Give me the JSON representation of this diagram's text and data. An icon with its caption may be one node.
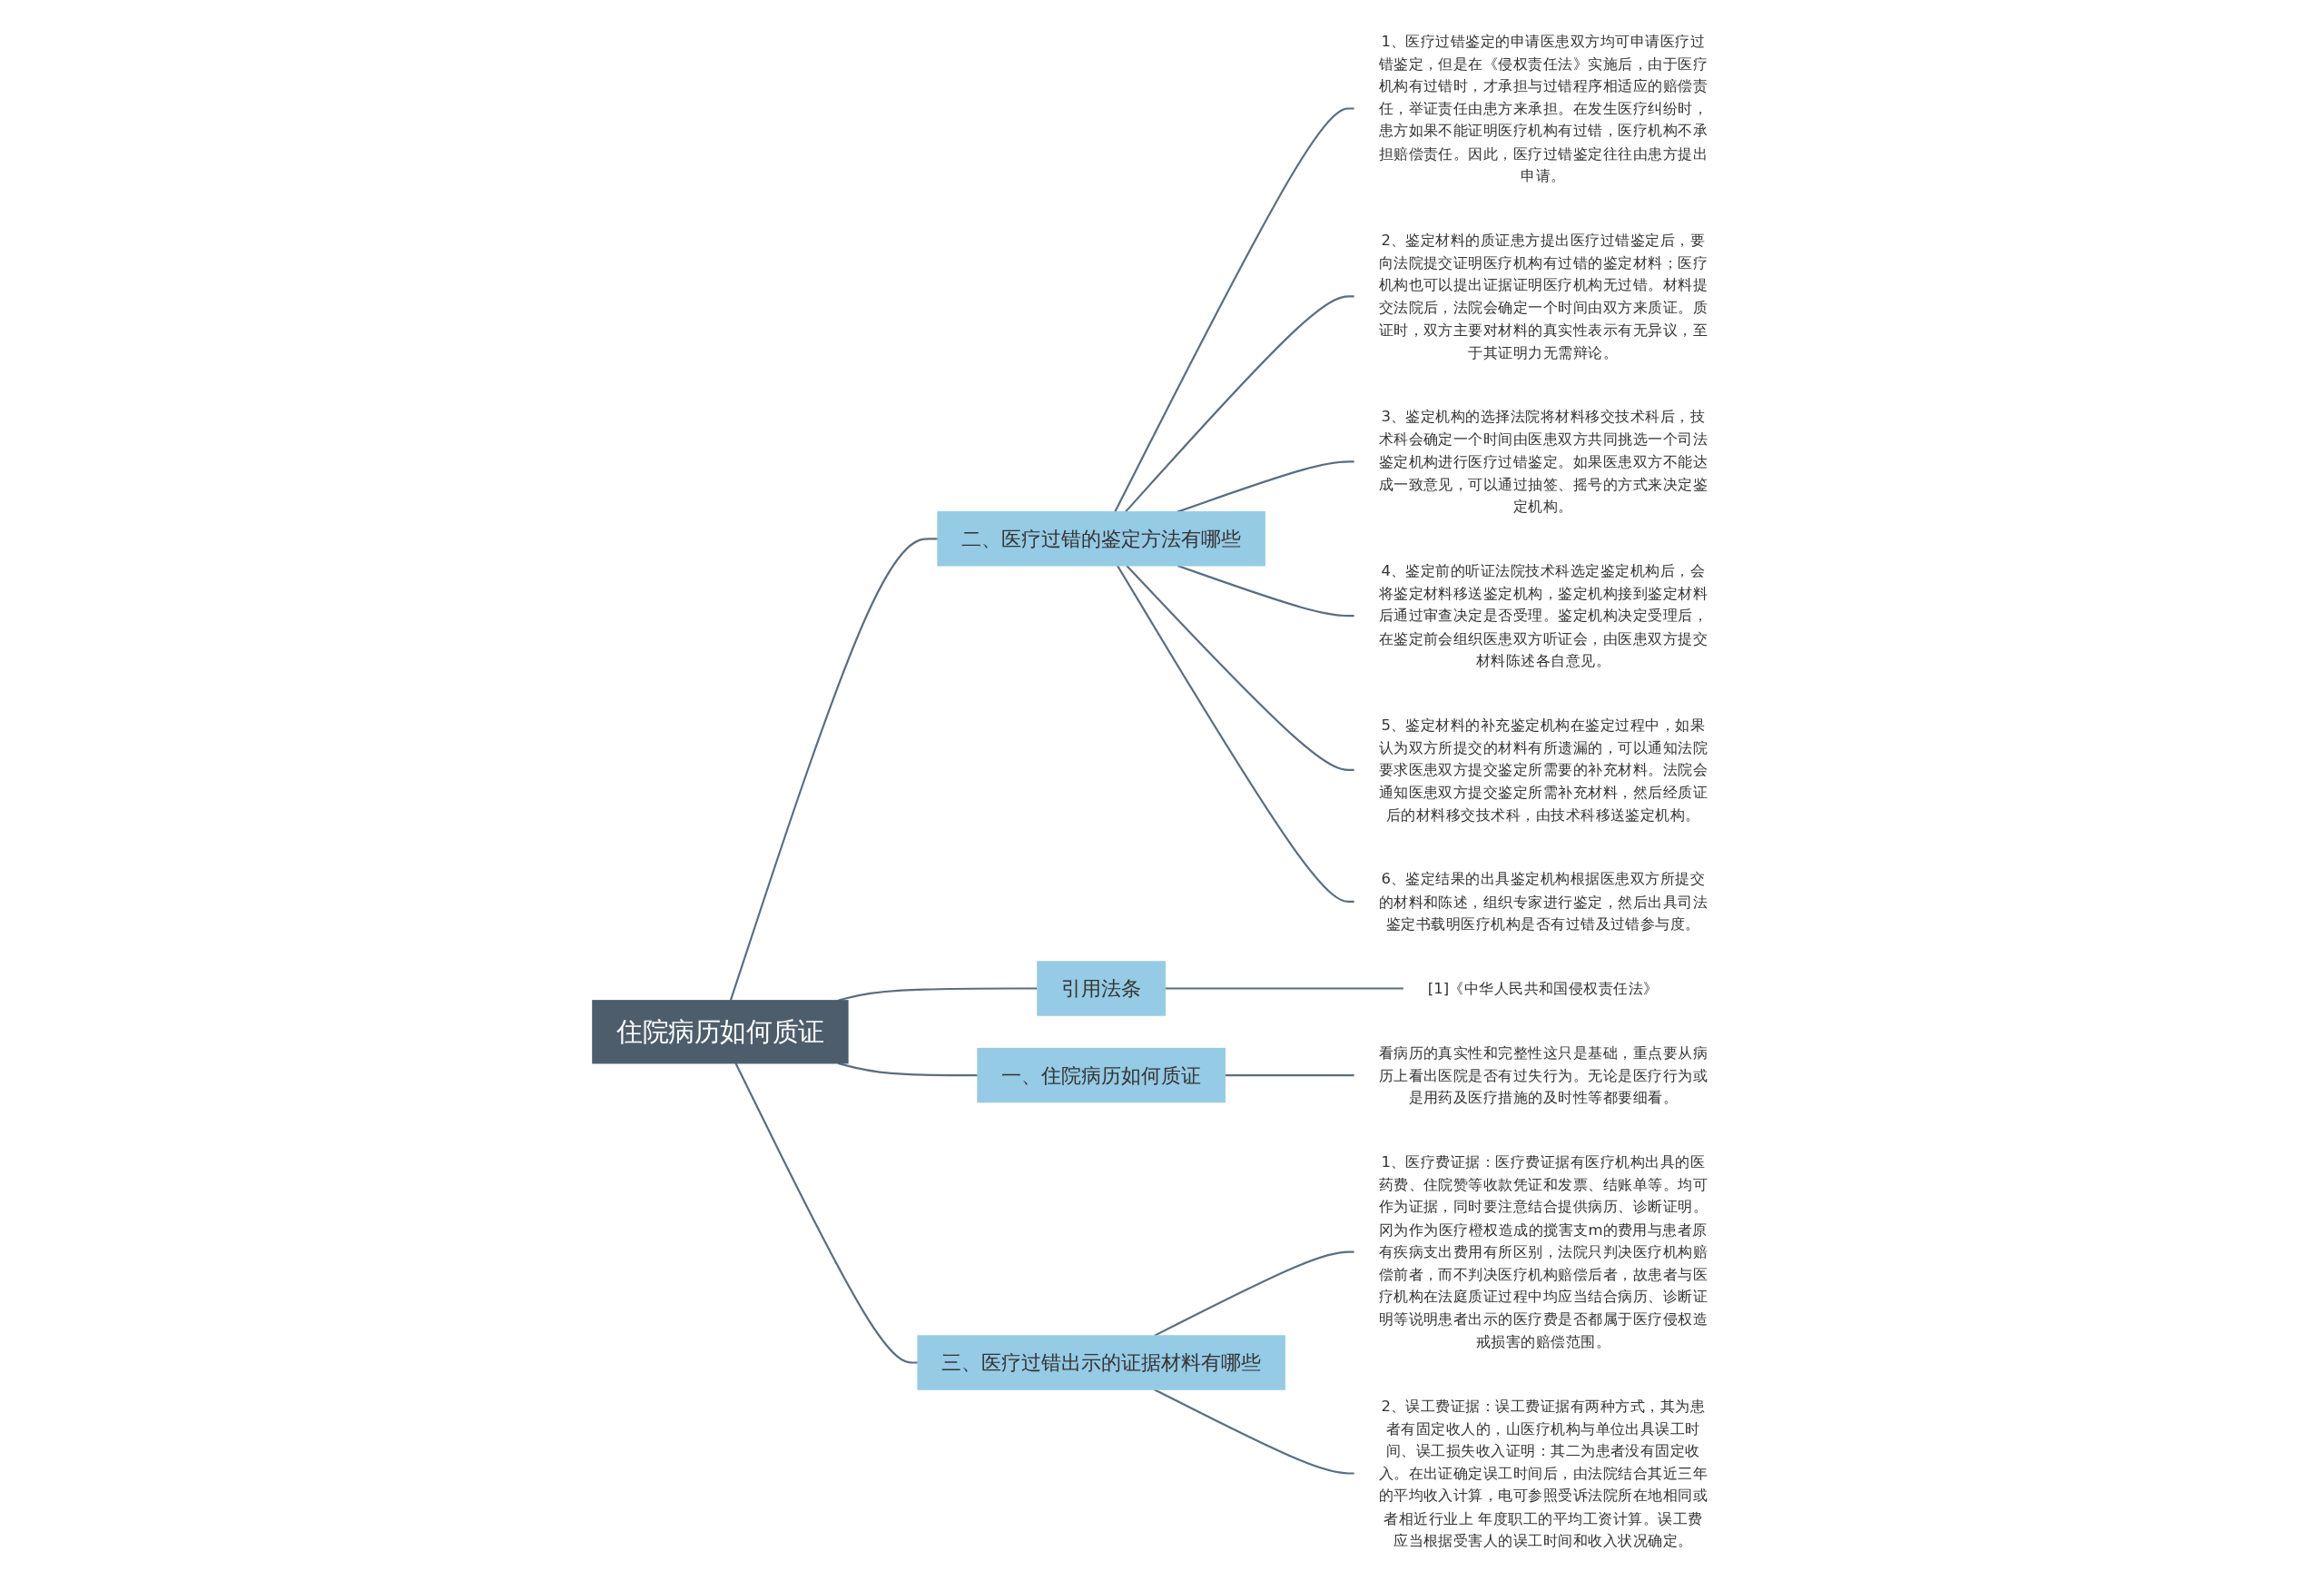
{
  "diagram": {
    "nodes": [
      {
        "text": [
          "住院病历如何质证"
        ]
      },
      {
        "text": [
          "二、医疗过错的鉴定方法有哪些"
        ]
      },
      {
        "text": [
          "1、医疗过错鉴定的申请医患双方均可申请医疗过错鉴定，但是在《侵权责任法》实施后，由于医疗机构有过错时，才承担与过错程序相适应的赔偿责任，举证责任由患方来承担。在发生医疗纠纷时，患方如果不能证明医疗机构有过错，医疗机构不承担赔偿责任。因此，医疗过错鉴定往往由患方提出申请。"
        ]
      },
      {
        "text": [
          "2、鉴定材料的质证患方提出医疗过错鉴定后，要向法院提交证明医疗机构有过错的鉴定材料；医疗机构也可以提出证据证明医疗机构无过错。材料提交法院后，法院会确定一个时间由双方来质证。质证时，双方主要对材料的真实性表示有无异议，至于其证明力无需辩论。"
        ]
      },
      {
        "text": [
          "3、鉴定机构的选择法院将材料移交技术科后，技术科会确定一个时间由医患双方共同挑选一个司法鉴定机构进行医疗过错鉴定。如果医患双方不能达成一致意见，可以通过抽签、摇号的方式来决定鉴定机构。"
        ]
      },
      {
        "text": [
          "4、鉴定前的听证法院技术科选定鉴定机构后，会将鉴定材料移送鉴定机构，鉴定机构接到鉴定材料后通过审查决定是否受理。鉴定机构决定受理后，在鉴定前会组织医患双方听证会，由医患双方提交材料陈述各自意见。"
        ]
      },
      {
        "text": [
          "5、鉴定材料的补充鉴定机构在鉴定过程中，如果认为双方所提交的材料有所遗漏的，可以通知法院要求医患双方提交鉴定所需要的补充材料。法院会通知医患双方提交鉴定所需补充材料，然后经质证后的材料移交技术科，由技术科移送鉴定机构。"
        ]
      },
      {
        "text": [
          "6、鉴定结果的出具鉴定机构根据医患双方所提交的材料和陈述，组织专家进行鉴定，然后出具司法鉴定书载明医疗机构是否有过错及过错参与度。"
        ]
      },
      {
        "text": [
          "引用法条"
        ]
      },
      {
        "text": [
          "[1]《中华人民共和国侵权责任法》"
        ]
      },
      {
        "text": [
          "一、住院病历如何质证"
        ]
      },
      {
        "text": [
          "看病历的真实性和完整性这只是基础，重点要从病历上看出医院是否有过失行为。无论是医疗行为或是用药及医疗措施的及时性等都要细看。"
        ]
      },
      {
        "text": [
          "三、医疗过错出示的证据材料有哪些"
        ]
      },
      {
        "text": [
          "1、医疗费证据：医疗费证据有医疗机构出具的医药费、住院赞等收款凭证和发票、结账单等。均可作为证据，同时要注意结合提供病历、诊断证明。冈为作为医疗橙权造成的搅害支m的费用与患者原有疾病支出费用有所区别，法院只判决医疗机构赔偿前者，而不判决医疗机构赔偿后者，故患者与医疗机构在法庭质证过程中均应当结合病历、诊断证明等说明患者出示的医疗费是否都属于医疗侵权造戒损害的赔偿范围。"
        ]
      },
      {
        "text": [
          "2、误工费证据：误工费证据有两种方式，其为患者有固定收人的，山医疗机构与单位出具误工时间、误工损失收入证明：其二为患者没有固定收入。在出证确定误工时间后，由法院结合其近三年的平均收入计算，电可参照受诉法院所在地相同或者相近行业上 年度职工的平均工资计算。误工费应当根据受害人的误工时间和收入状况确定。"
        ]
      }
    ],
    "edges": [
      {
        "from": 0,
        "to": 1,
        "arrow": "none"
      },
      {
        "from": 1,
        "to": 2,
        "arrow": "none"
      },
      {
        "from": 1,
        "to": 3,
        "arrow": "none"
      },
      {
        "from": 1,
        "to": 4,
        "arrow": "none"
      },
      {
        "from": 1,
        "to": 5,
        "arrow": "none"
      },
      {
        "from": 1,
        "to": 6,
        "arrow": "none"
      },
      {
        "from": 1,
        "to": 7,
        "arrow": "none"
      },
      {
        "from": 0,
        "to": 8,
        "arrow": "none"
      },
      {
        "from": 8,
        "to": 9,
        "arrow": "none"
      },
      {
        "from": 0,
        "to": 10,
        "arrow": "none"
      },
      {
        "from": 10,
        "to": 11,
        "arrow": "none"
      },
      {
        "from": 0,
        "to": 12,
        "arrow": "none"
      },
      {
        "from": 12,
        "to": 13,
        "arrow": "none"
      },
      {
        "from": 12,
        "to": 14,
        "arrow": "none"
      }
    ]
  }
}
